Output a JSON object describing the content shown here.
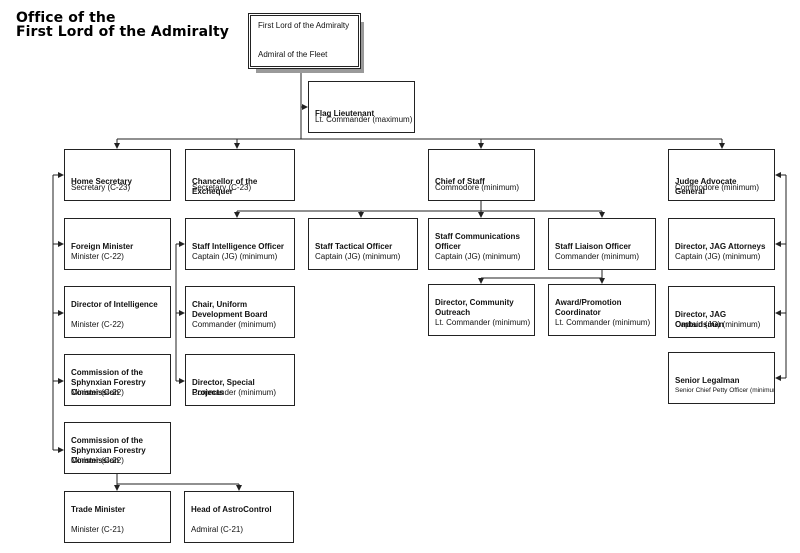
{
  "title": {
    "line1": "Office of the",
    "line2": "First Lord of the Admiralty"
  },
  "top": {
    "title": "First Lord of the Admiralty",
    "subtitle": "Admiral of the Fleet"
  },
  "boxes": [
    {
      "id": "flag-lieutenant",
      "title": "Flag Lieutenant",
      "sub": "Lt. Commander (maximum)"
    },
    {
      "id": "home-secretary",
      "title": "Home Secretary",
      "sub": "Secretary (C-23)"
    },
    {
      "id": "chancellor",
      "title": "Chancellor of the Exchequer",
      "sub": "Secretary (C-23)"
    },
    {
      "id": "chief-of-staff",
      "title": "Chief of Staff",
      "sub": "Commodore (minimum)"
    },
    {
      "id": "jag",
      "title": "Judge Advocate General",
      "sub": "Commodore (minimum)"
    },
    {
      "id": "foreign-minister",
      "title": "Foreign Minister",
      "sub": "Minister (C-22)"
    },
    {
      "id": "director-intelligence",
      "title": "Director of Intelligence",
      "sub": "Minister (C-22)"
    },
    {
      "id": "forestry-1",
      "title": "Commission of the Sphynxian Forestry Commission",
      "sub": "Minister (C-22)"
    },
    {
      "id": "forestry-2",
      "title": "Commission of the Sphynxian Forestry Commission",
      "sub": "Minister (C-22)"
    },
    {
      "id": "trade-minister",
      "title": "Trade Minister",
      "sub": "Minister (C-21)"
    },
    {
      "id": "astrocontrol",
      "title": "Head of AstroControl",
      "sub": "Admiral (C-21)"
    },
    {
      "id": "staff-intel",
      "title": "Staff Intelligence Officer",
      "sub": "Captain (JG) (minimum)"
    },
    {
      "id": "uniform-board",
      "title": "Chair, Uniform Development Board",
      "sub": "Commander (minimum)"
    },
    {
      "id": "special-projects",
      "title": "Director, Special Projects",
      "sub": "Commander (minimum)"
    },
    {
      "id": "staff-tactical",
      "title": "Staff Tactical Officer",
      "sub": "Captain (JG) (minimum)"
    },
    {
      "id": "staff-comms",
      "title": "Staff Communications Officer",
      "sub": "Captain (JG) (minimum)"
    },
    {
      "id": "staff-liaison",
      "title": "Staff Liaison Officer",
      "sub": "Commander (minimum)"
    },
    {
      "id": "community-outreach",
      "title": "Director, Community Outreach",
      "sub": "Lt. Commander (minimum)"
    },
    {
      "id": "award-promotion",
      "title": "Award/Promotion Coordinator",
      "sub": "Lt. Commander (minimum)"
    },
    {
      "id": "jag-attorneys",
      "title": "Director, JAG Attorneys",
      "sub": "Captain (JG) (minimum)"
    },
    {
      "id": "jag-ombudsman",
      "title": "Director, JAG Ombudsman",
      "sub": "Captain (JG) (minimum)"
    },
    {
      "id": "senior-legalman",
      "title": "Senior Legalman",
      "sub": "Senior Chief Petty Officer (minimum)"
    }
  ]
}
